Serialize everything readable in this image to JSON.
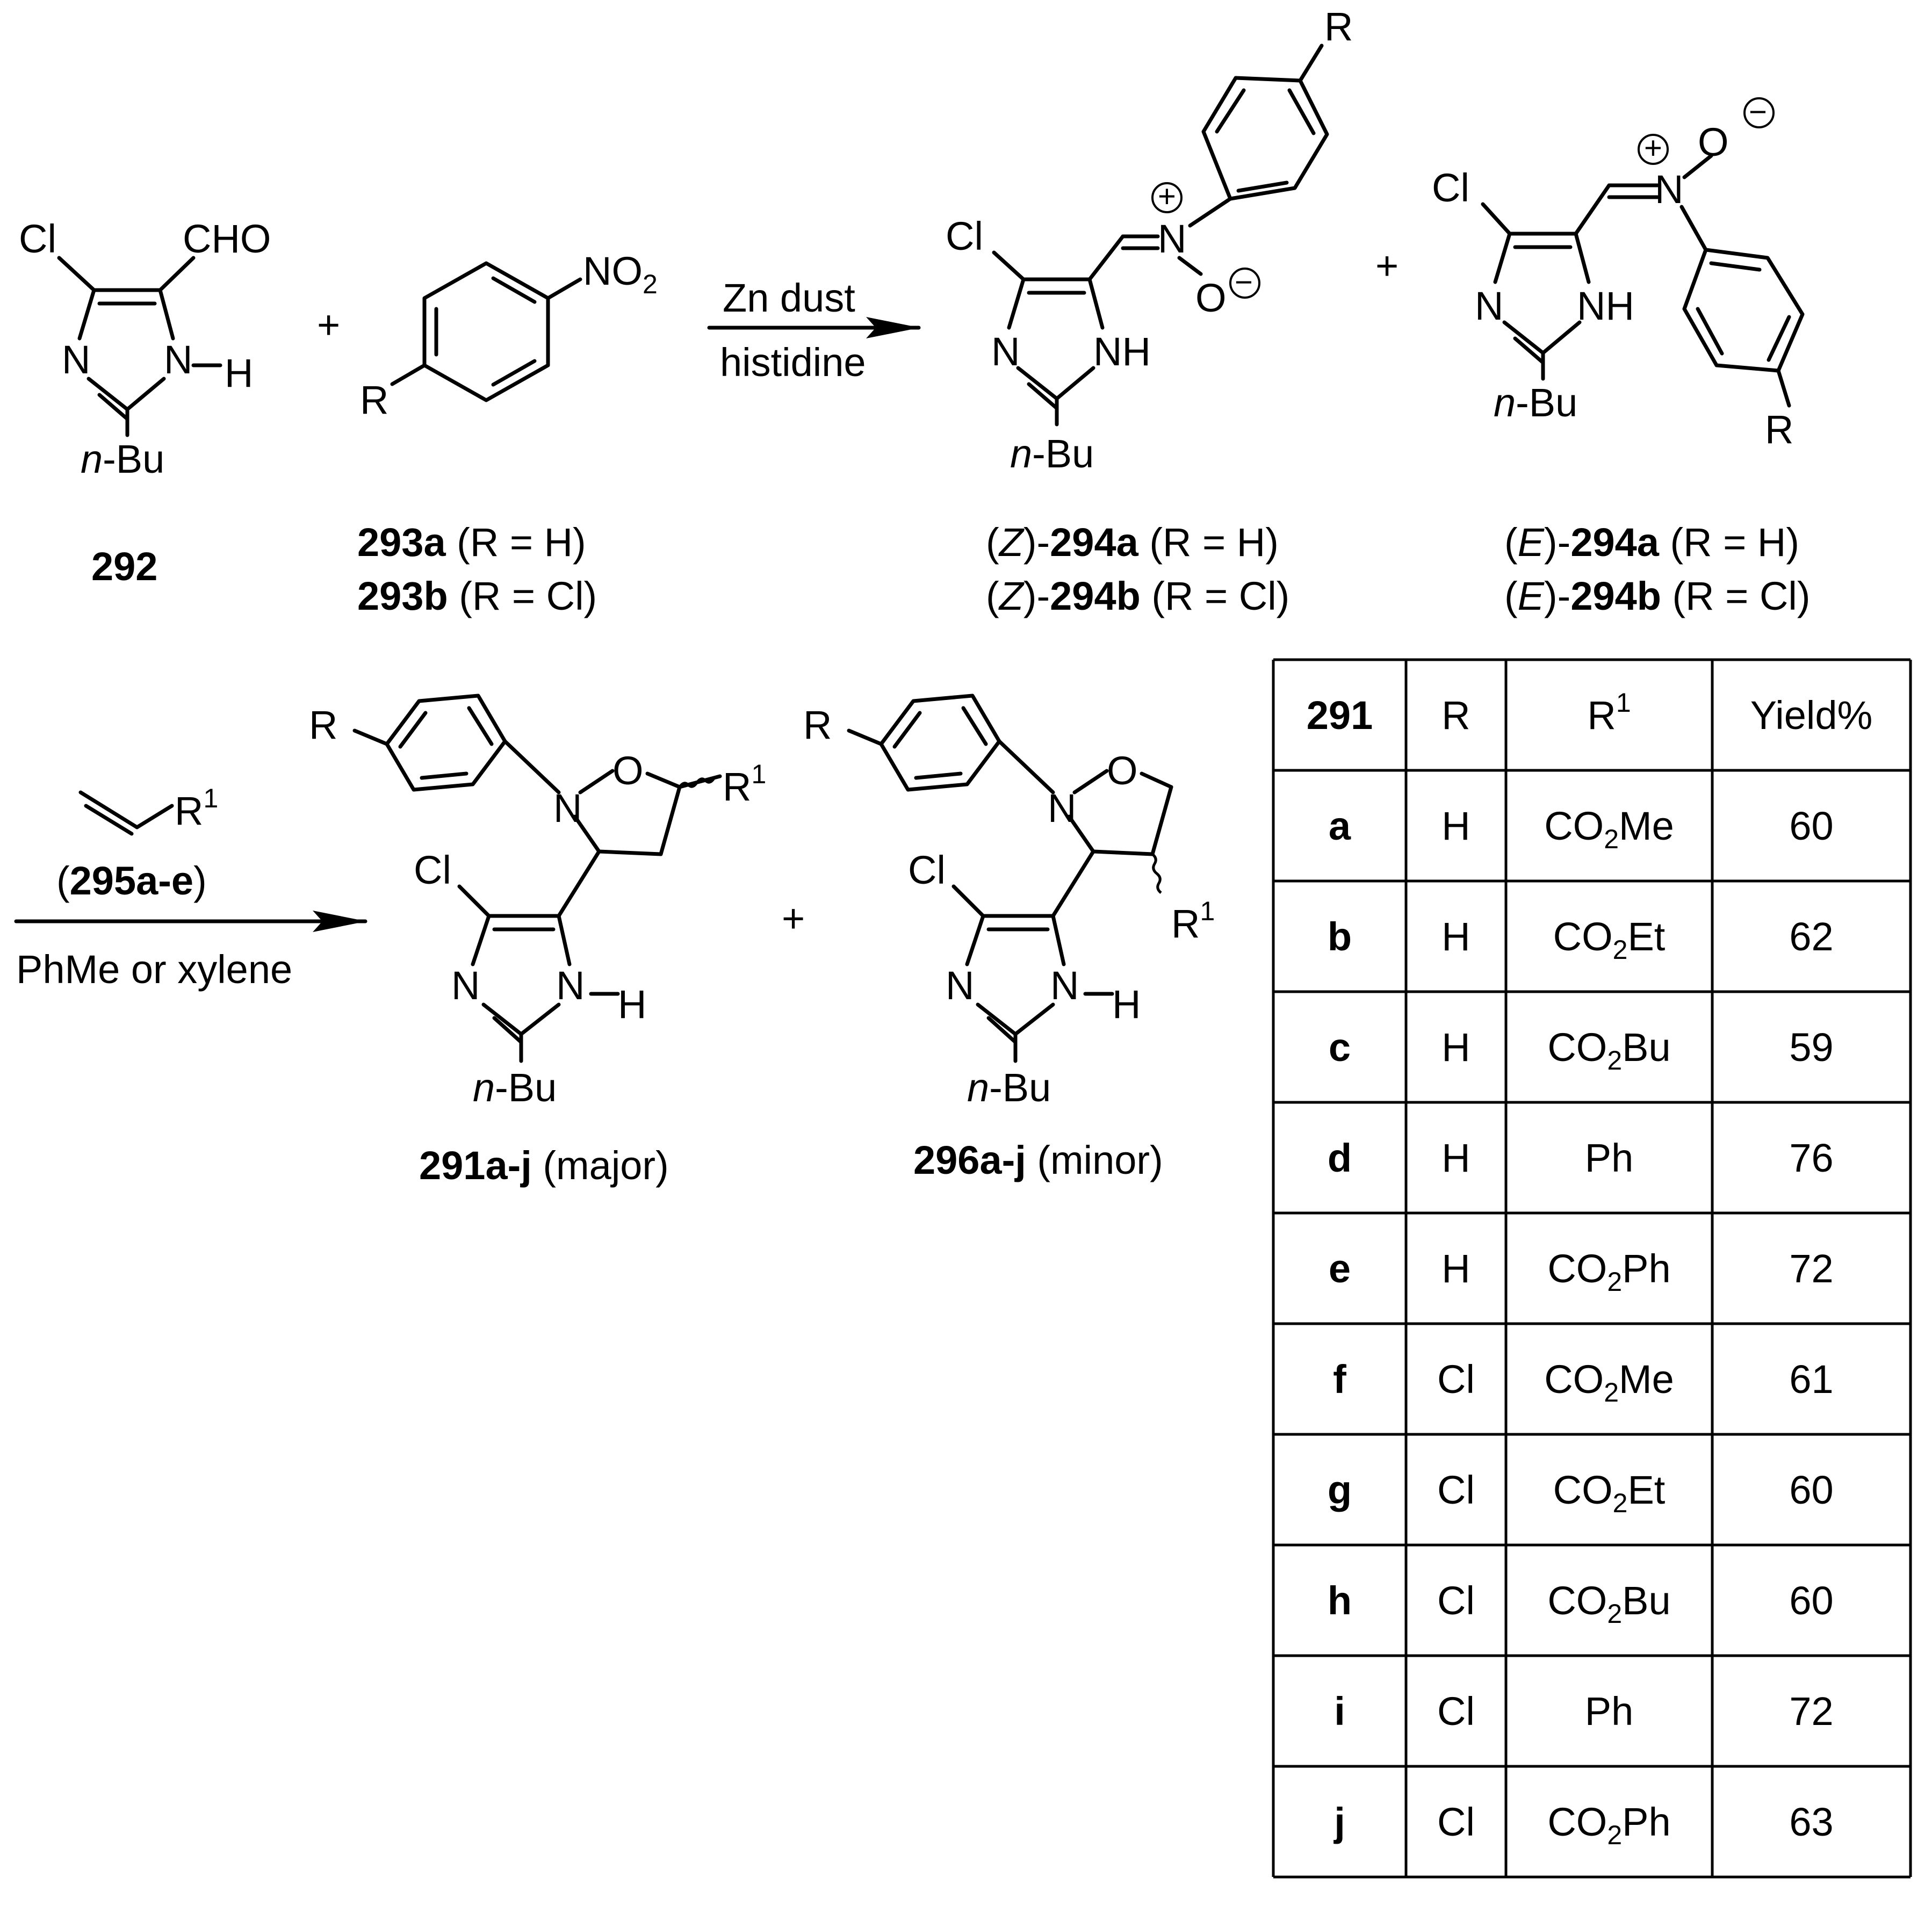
{
  "step1": {
    "reagents": [
      "Zn dust",
      "histidine"
    ],
    "plus": "+"
  },
  "step2": {
    "alkene_r": "R",
    "alkene_sup": "1",
    "alkene_label_num": "295a-e",
    "solvent": "PhMe or xylene",
    "plus": "+"
  },
  "atoms": {
    "cl": "Cl",
    "cho": "CHO",
    "n": "N",
    "h": "H",
    "nh": "NH",
    "nbu_n": "n",
    "nbu_rest": "-Bu",
    "r": "R",
    "o": "O",
    "no2_main": "NO",
    "no2_sub": "2",
    "r1_main": "R",
    "r1_sup": "1",
    "plus_charge": "+",
    "minus_charge": "−"
  },
  "labels": {
    "c292": "292",
    "c293a": "293a",
    "c293a_note": " (R = H)",
    "c293b": "293b",
    "c293b_note": " (R = Cl)",
    "z294a_pre": "(",
    "z294a_iso": "Z",
    "z294a_mid": ")-",
    "z294a_num": "294a",
    "z294a_note": " (R = H)",
    "z294b_num": "294b",
    "z294b_note": " (R = Cl)",
    "e294_iso": "E",
    "e294a_num": "294a",
    "e294a_note": " (R = H)",
    "e294b_num": "294b",
    "e294b_note": " (R = Cl)",
    "p291": "291a-j",
    "p291_note": " (major)",
    "p296": "296a-j",
    "p296_note": " (minor)"
  },
  "table": {
    "headers": {
      "id": "291",
      "r": "R",
      "r1_main": "R",
      "r1_sup": "1",
      "yield": "Yield%"
    },
    "rows": [
      {
        "id": "a",
        "r": "H",
        "r1_main": "CO",
        "r1_sub": "2",
        "r1_rest": "Me",
        "yield": "60"
      },
      {
        "id": "b",
        "r": "H",
        "r1_main": "CO",
        "r1_sub": "2",
        "r1_rest": "Et",
        "yield": "62"
      },
      {
        "id": "c",
        "r": "H",
        "r1_main": "CO",
        "r1_sub": "2",
        "r1_rest": "Bu",
        "yield": "59"
      },
      {
        "id": "d",
        "r": "H",
        "r1_main": "Ph",
        "r1_sub": "",
        "r1_rest": "",
        "yield": "76"
      },
      {
        "id": "e",
        "r": "H",
        "r1_main": "CO",
        "r1_sub": "2",
        "r1_rest": "Ph",
        "yield": "72"
      },
      {
        "id": "f",
        "r": "Cl",
        "r1_main": "CO",
        "r1_sub": "2",
        "r1_rest": "Me",
        "yield": "61"
      },
      {
        "id": "g",
        "r": "Cl",
        "r1_main": "CO",
        "r1_sub": "2",
        "r1_rest": "Et",
        "yield": "60"
      },
      {
        "id": "h",
        "r": "Cl",
        "r1_main": "CO",
        "r1_sub": "2",
        "r1_rest": "Bu",
        "yield": "60"
      },
      {
        "id": "i",
        "r": "Cl",
        "r1_main": "Ph",
        "r1_sub": "",
        "r1_rest": "",
        "yield": "72"
      },
      {
        "id": "j",
        "r": "Cl",
        "r1_main": "CO",
        "r1_sub": "2",
        "r1_rest": "Ph",
        "yield": "63"
      }
    ]
  }
}
